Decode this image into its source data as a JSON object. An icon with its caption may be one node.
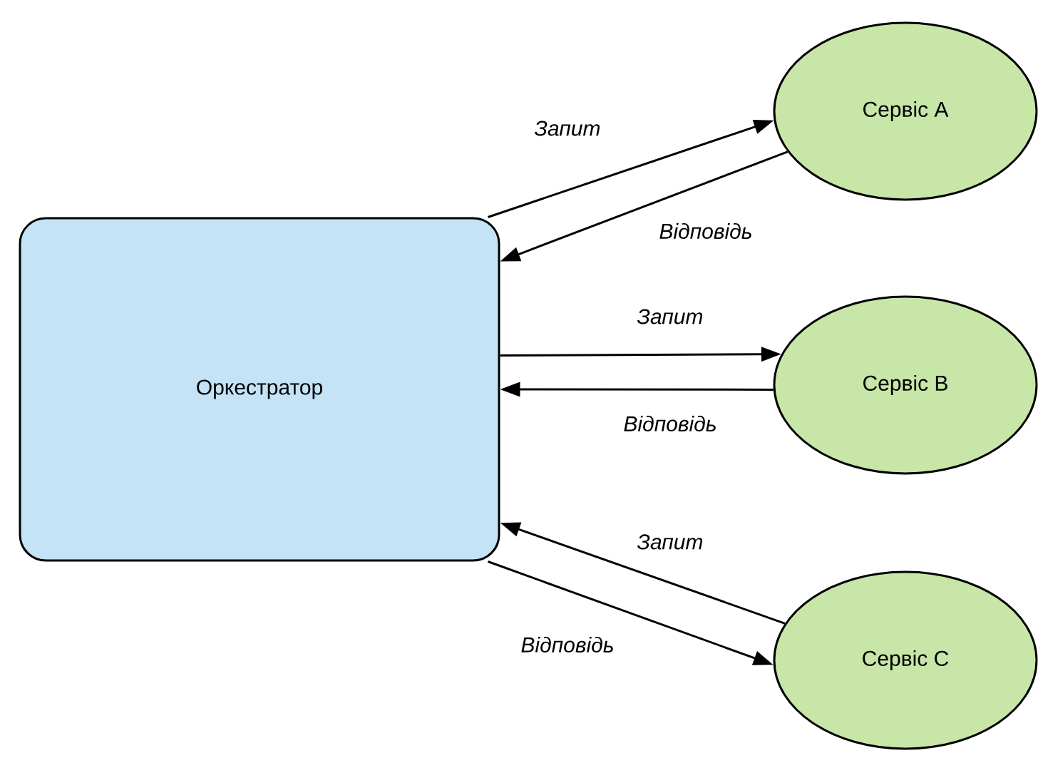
{
  "diagram": {
    "nodes": [
      {
        "text": [
          "Оркестратор"
        ]
      },
      {
        "text": [
          "Сервіс A"
        ]
      },
      {
        "text": [
          "Сервіс B"
        ]
      },
      {
        "text": [
          "Сервіс C"
        ]
      }
    ],
    "edges": [
      {
        "from": 0,
        "to": 1,
        "arrow": "to",
        "label": "Запит"
      },
      {
        "from": 1,
        "to": 0,
        "arrow": "to",
        "label": "Відповідь"
      },
      {
        "from": 0,
        "to": 2,
        "arrow": "to",
        "label": "Запит"
      },
      {
        "from": 2,
        "to": 0,
        "arrow": "to",
        "label": "Відповідь"
      },
      {
        "from": 3,
        "to": 0,
        "arrow": "to",
        "label": "Запит"
      },
      {
        "from": 0,
        "to": 3,
        "arrow": "to",
        "label": "Відповідь"
      }
    ]
  }
}
